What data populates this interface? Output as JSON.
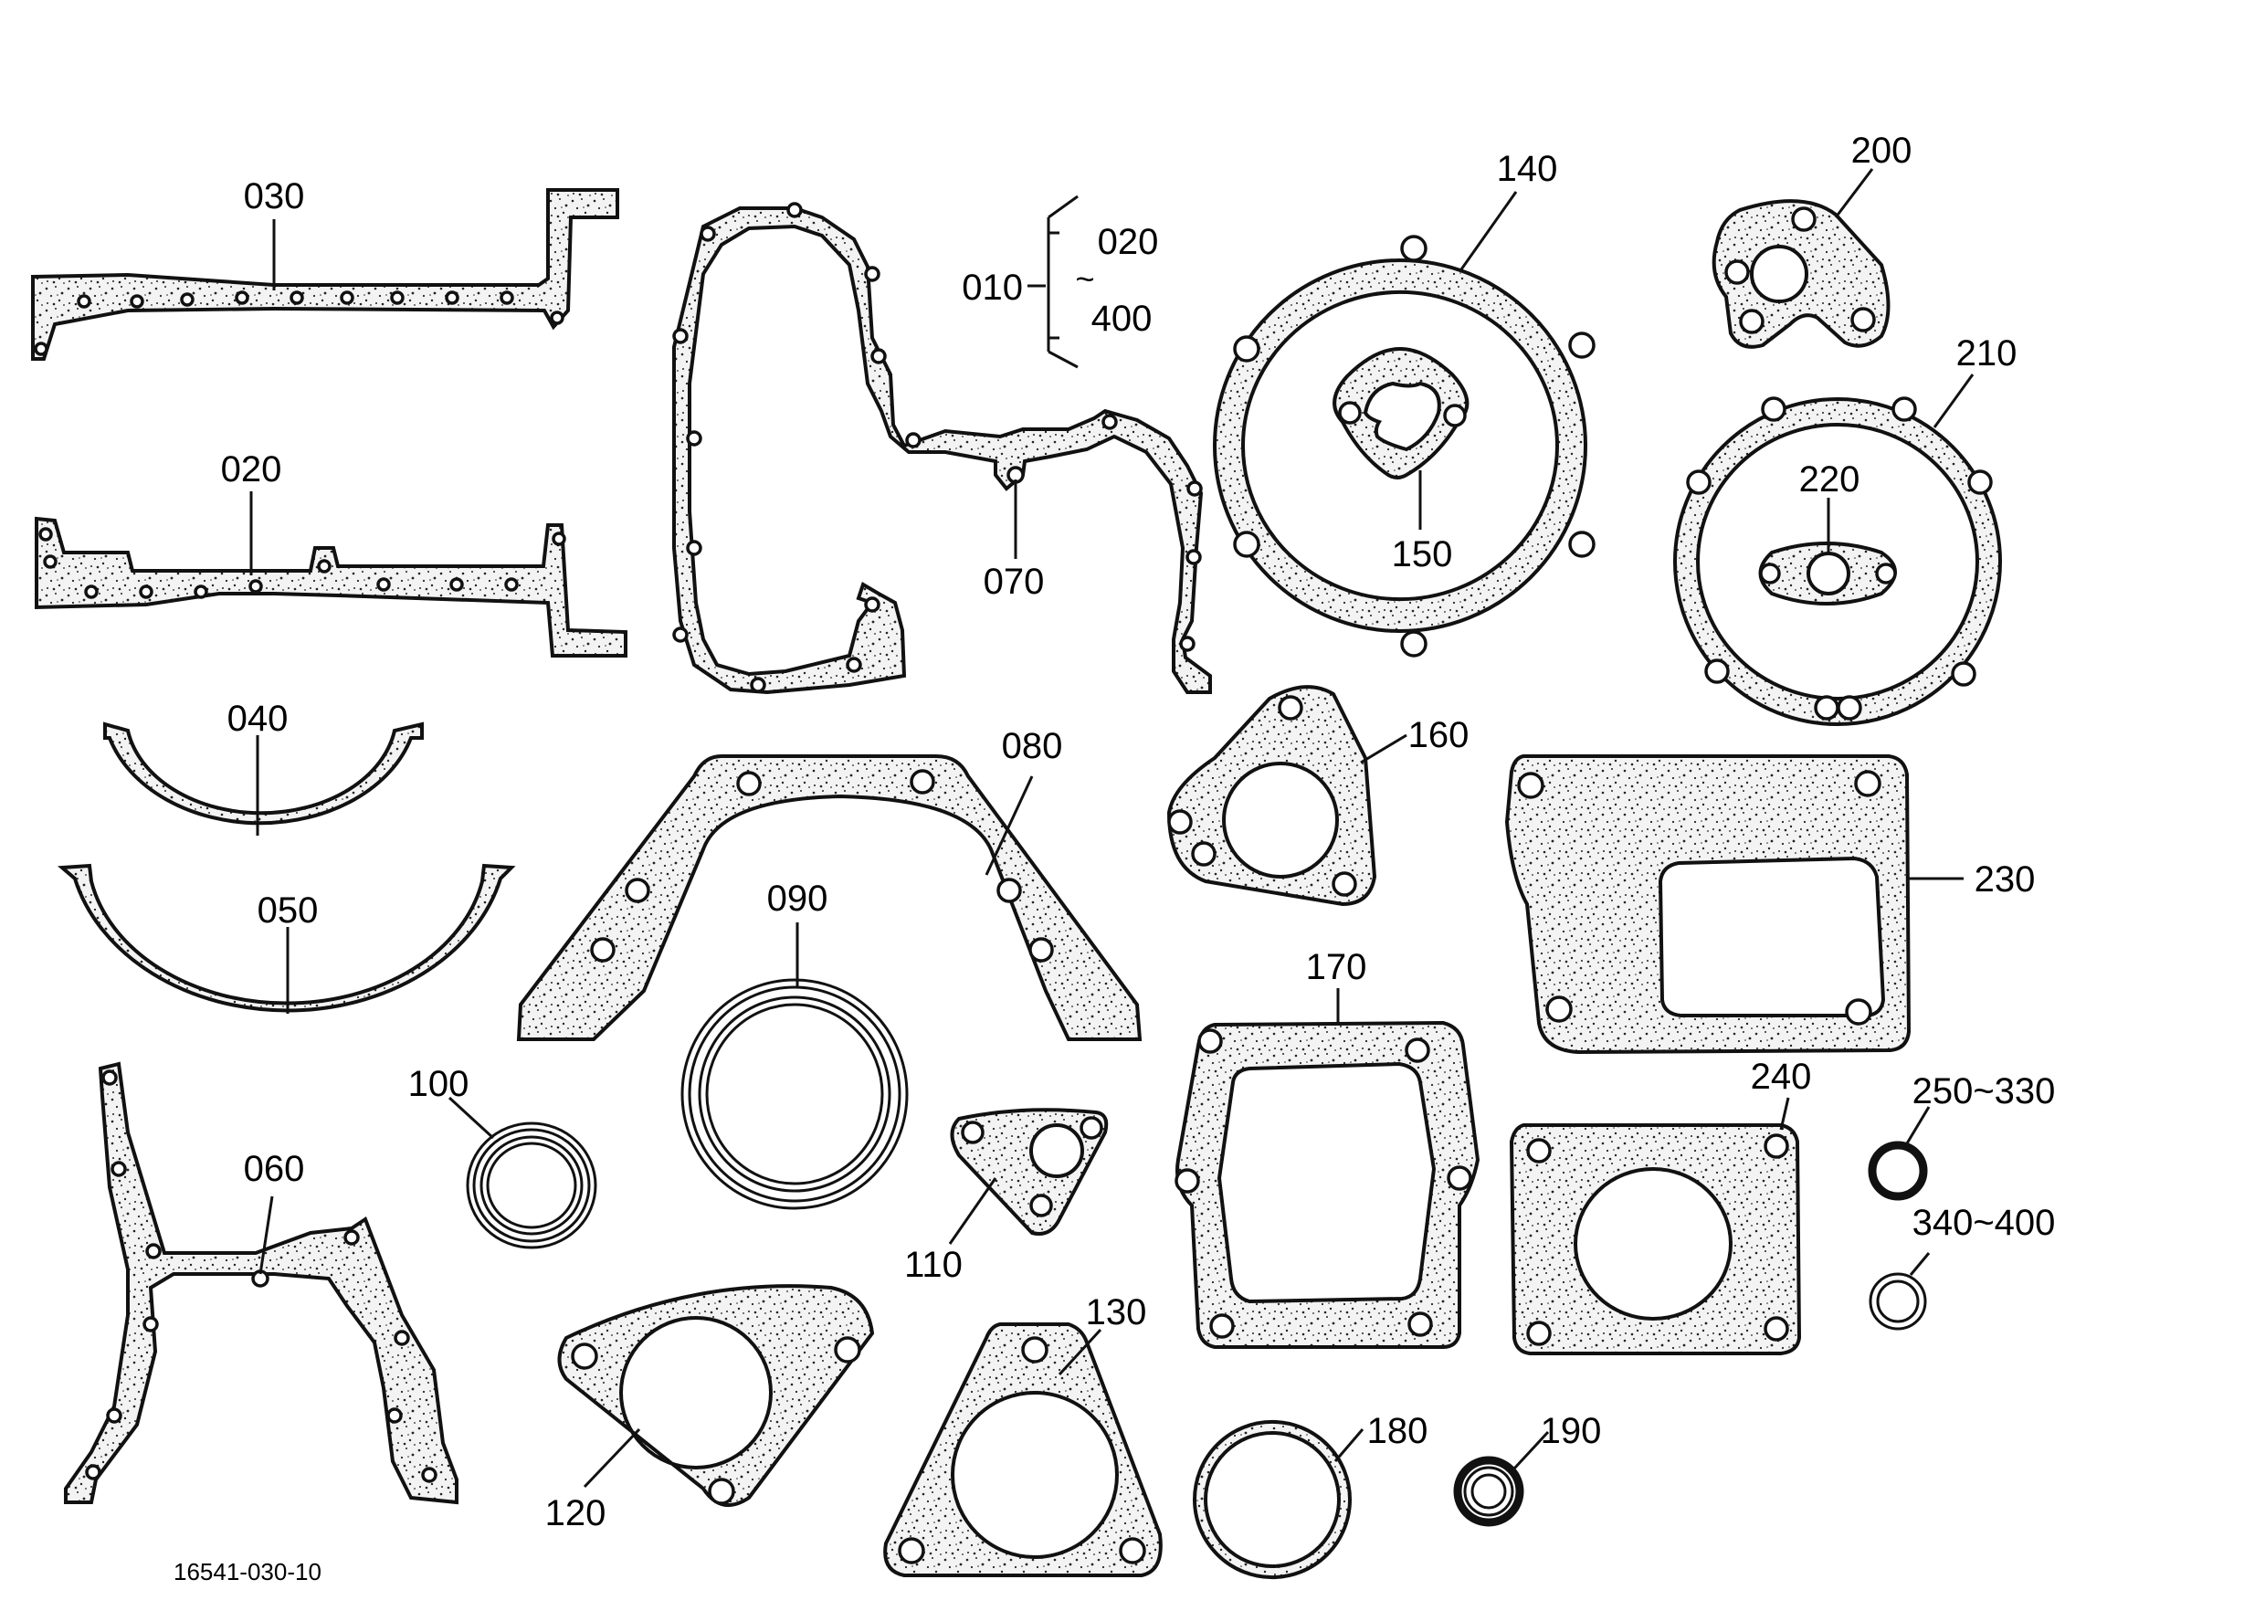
{
  "drawing_code": "16541-030-10",
  "callouts": {
    "p010": "010",
    "p020": "020",
    "p020_range_from": "020",
    "p020_range_tilde": "~",
    "p020_range_to": "400",
    "p030": "030",
    "p040": "040",
    "p050": "050",
    "p060": "060",
    "p070": "070",
    "p080": "080",
    "p090": "090",
    "p100": "100",
    "p110": "110",
    "p120": "120",
    "p130": "130",
    "p140": "140",
    "p150": "150",
    "p160": "160",
    "p170": "170",
    "p180": "180",
    "p190": "190",
    "p200": "200",
    "p210": "210",
    "p220": "220",
    "p230": "230",
    "p240": "240",
    "p250_330": "250~330",
    "p340_400": "340~400"
  }
}
